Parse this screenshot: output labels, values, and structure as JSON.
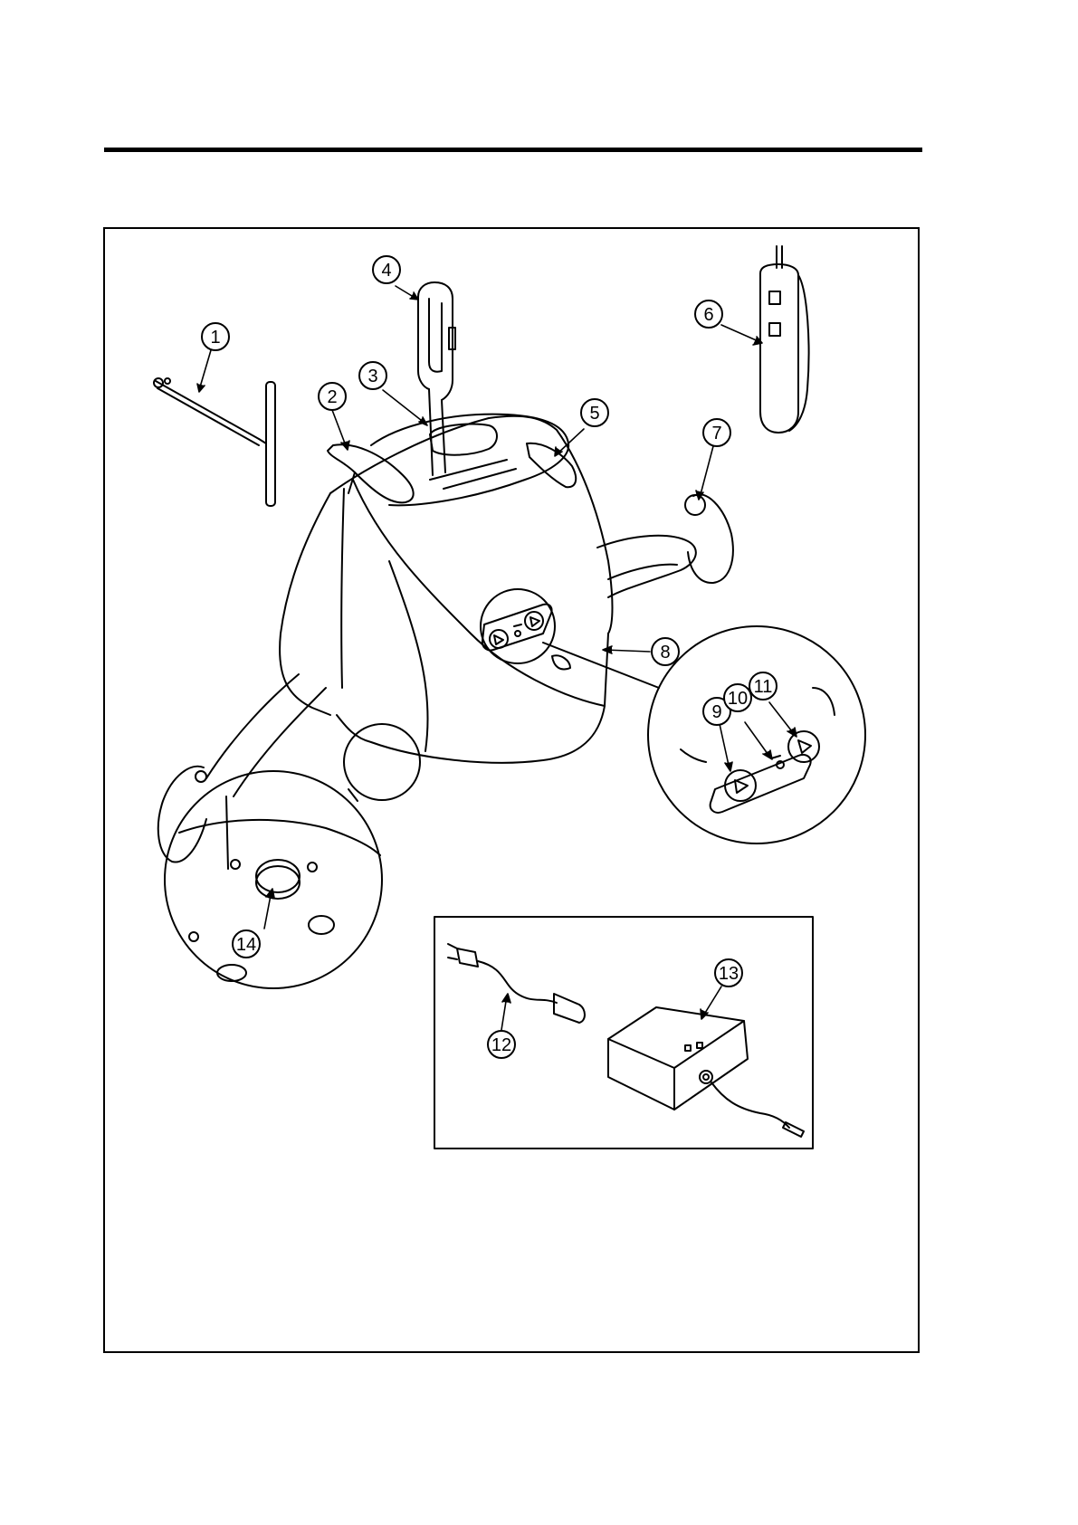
{
  "figure": {
    "callouts": [
      {
        "id": "1",
        "label": "1"
      },
      {
        "id": "2",
        "label": "2"
      },
      {
        "id": "3",
        "label": "3"
      },
      {
        "id": "4",
        "label": "4"
      },
      {
        "id": "5",
        "label": "5"
      },
      {
        "id": "6",
        "label": "6"
      },
      {
        "id": "7",
        "label": "7"
      },
      {
        "id": "8",
        "label": "8"
      },
      {
        "id": "9",
        "label": "9"
      },
      {
        "id": "10",
        "label": "10"
      },
      {
        "id": "11",
        "label": "11"
      },
      {
        "id": "12",
        "label": "12"
      },
      {
        "id": "13",
        "label": "13"
      },
      {
        "id": "14",
        "label": "14"
      }
    ],
    "colors": {
      "line": "#000000",
      "background": "#ffffff"
    }
  }
}
